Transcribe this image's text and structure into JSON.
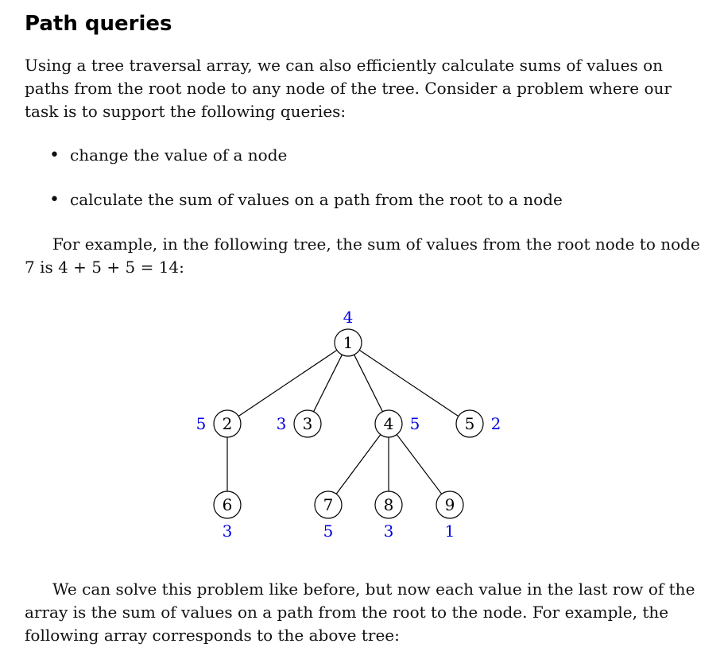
{
  "section": {
    "title": "Path queries",
    "intro": "Using a tree traversal array, we can also efficiently calculate sums of values on paths from the root node to any node of the tree. Consider a problem where our task is to support the following queries:",
    "bullets": [
      "change the value of a node",
      "calculate the sum of values on a path from the root to a node"
    ],
    "example": "For example, in the following tree, the sum of values from the root node to node 7 is 4 + 5 + 5 = 14:",
    "closing": "We can solve this problem like before, but now each value in the last row of the array is the sum of values on a path from the root to the node. For example, the following array corresponds to the above tree:"
  },
  "tree": {
    "nodes": [
      {
        "id": "1",
        "value": "4"
      },
      {
        "id": "2",
        "value": "5"
      },
      {
        "id": "3",
        "value": "3"
      },
      {
        "id": "4",
        "value": "5"
      },
      {
        "id": "5",
        "value": "2"
      },
      {
        "id": "6",
        "value": "3"
      },
      {
        "id": "7",
        "value": "5"
      },
      {
        "id": "8",
        "value": "3"
      },
      {
        "id": "9",
        "value": "1"
      }
    ],
    "edges": [
      [
        "1",
        "2"
      ],
      [
        "1",
        "3"
      ],
      [
        "1",
        "4"
      ],
      [
        "1",
        "5"
      ],
      [
        "2",
        "6"
      ],
      [
        "4",
        "7"
      ],
      [
        "4",
        "8"
      ],
      [
        "4",
        "9"
      ]
    ]
  }
}
